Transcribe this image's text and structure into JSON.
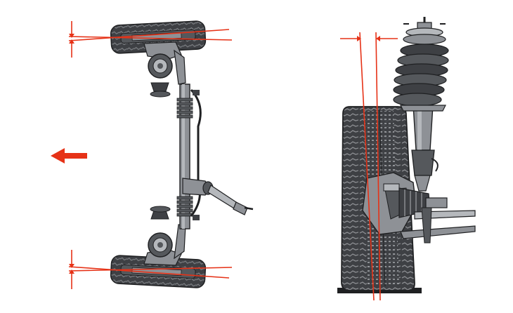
{
  "figure": {
    "description_labels": [],
    "colors": {
      "background": "#ffffff",
      "tire": "#3e4044",
      "tire_tread": "#8a8c90",
      "metal": "#8e9196",
      "metal_light": "#b5b8bc",
      "metal_dark": "#55585c",
      "outline": "#1f2022",
      "accent_red": "#e63217"
    },
    "icons": {
      "direction": "arrow-left-icon"
    },
    "views": [
      {
        "id": "toe-top-view",
        "shows": "steering-rack-and-front-wheels"
      },
      {
        "id": "camber-front-view",
        "shows": "strut-and-wheel"
      }
    ]
  }
}
